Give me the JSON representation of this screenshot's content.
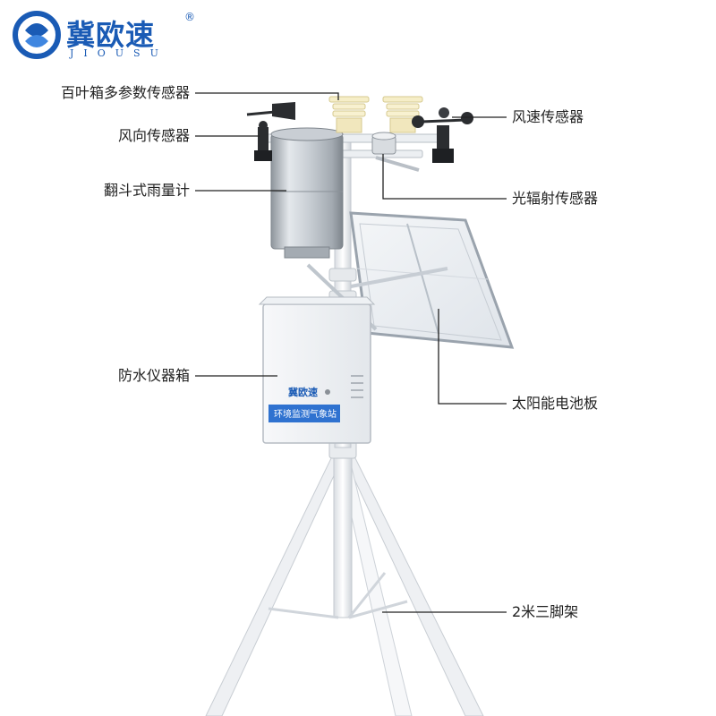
{
  "brand": {
    "name": "冀欧速",
    "registered": "®",
    "romanized": "JIOUSU"
  },
  "colors": {
    "brand_blue": "#1a5bb5",
    "leader_line": "#222222",
    "metal": "#b8bec4",
    "pole": "#f2f4f6",
    "panel": "#e9edf1"
  },
  "labels": {
    "louver_box": "百叶箱多参数传感器",
    "wind_direction": "风向传感器",
    "rain_gauge": "翻斗式雨量计",
    "enclosure": "防水仪器箱",
    "wind_speed": "风速传感器",
    "radiation": "光辐射传感器",
    "solar_panel": "太阳能电池板",
    "tripod": "2米三脚架"
  },
  "enclosure_plate": {
    "brand_name": "冀欧速",
    "title": "环境监测气象站"
  }
}
